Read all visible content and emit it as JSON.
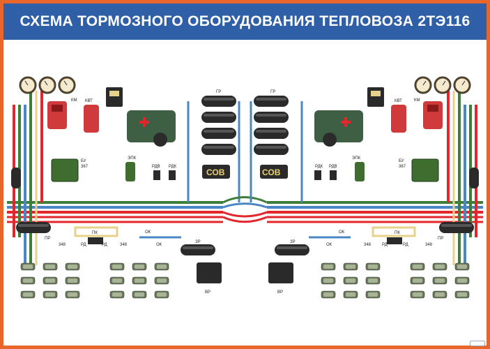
{
  "title": "СХЕМА ТОРМОЗНОГО ОБОРУДОВАНИЯ ТЕПЛОВОЗА 2ТЭ116",
  "labels": {
    "km": "КМ",
    "kvt": "КВТ",
    "bu": "БУ",
    "bu_num": "367",
    "epk": "ЭПК",
    "rdv": "РДВ",
    "rdk": "РДК",
    "gr": "ГР",
    "sov": "СОВ",
    "pr": "ПР",
    "pk": "ПК",
    "rd": "РД",
    "ok": "ОК",
    "num348": "348",
    "zr": "ЗР",
    "vr": "ВР"
  },
  "colors": {
    "border": "#e9662b",
    "title_bg": "#2f5fa6",
    "main_line": "#e3262b",
    "brake_line": "#3d7f3a",
    "air_line": "#4a86c5",
    "aux_line": "#e6d28a",
    "gray_pipe": "#a7abb0"
  }
}
